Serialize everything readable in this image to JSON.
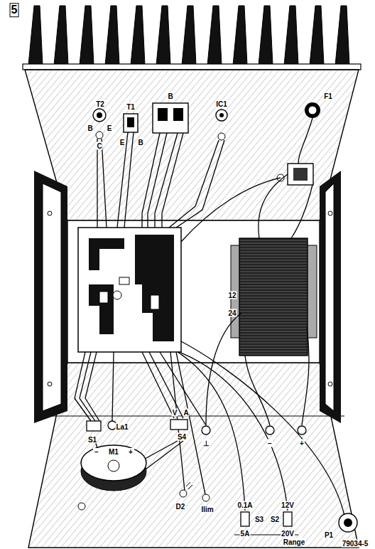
{
  "diagram": {
    "nodes": [
      {
        "text": [
          "−",
          "M1",
          "+"
        ]
      }
    ],
    "labels": [
      "5",
      "T2",
      "T1",
      "B",
      "IC1",
      "F1",
      "B",
      "E",
      "C",
      "E",
      "B",
      "12",
      "24",
      "S1",
      "La1",
      "V",
      "A",
      "S4",
      "⊥",
      "−",
      "+",
      "D2",
      "Ilim",
      "0.1A",
      "S3",
      "5A",
      "12V",
      "S2",
      "20V",
      "P1",
      "Range",
      "79034-5"
    ]
  }
}
